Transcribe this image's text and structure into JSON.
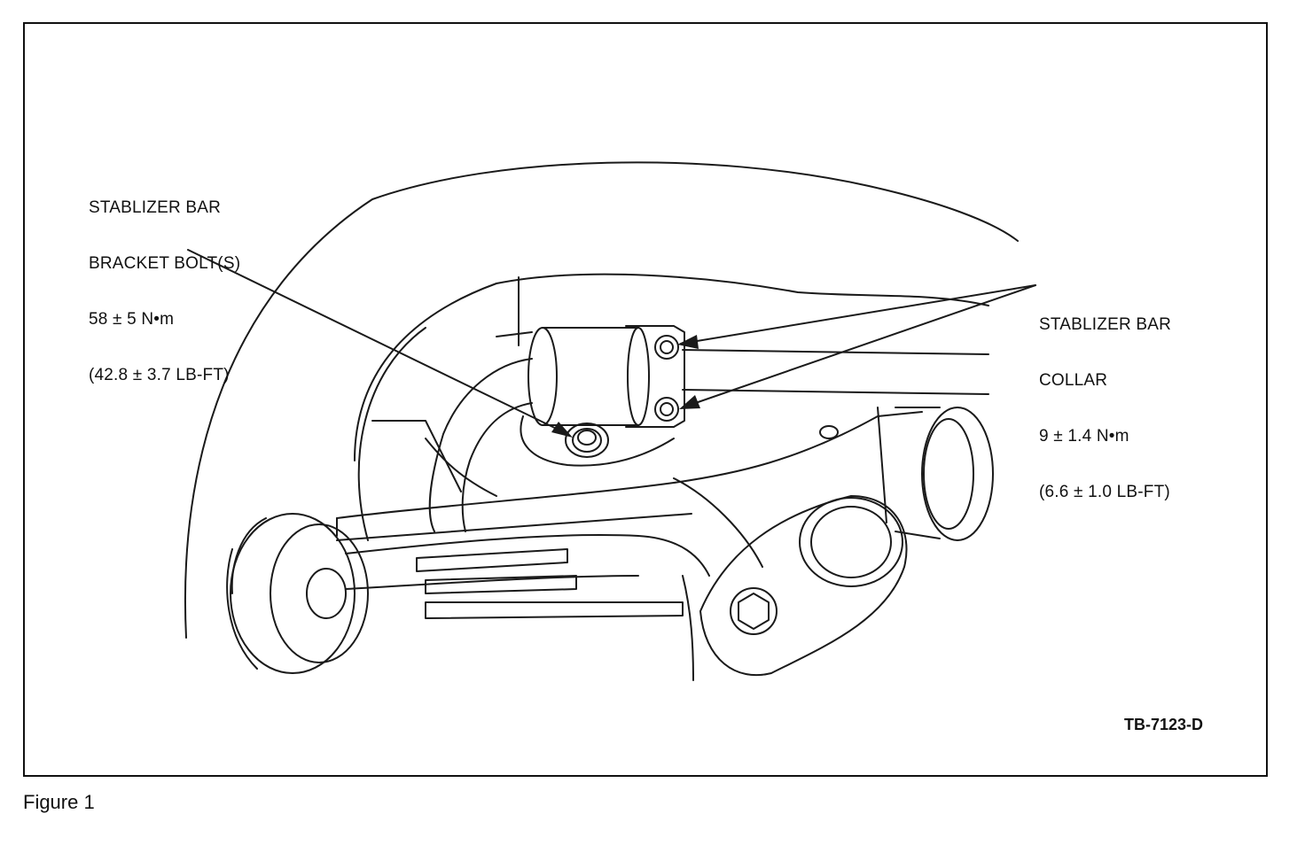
{
  "callouts": {
    "bracket_bolt": {
      "lines": [
        "STABLIZER BAR",
        "BRACKET BOLT(S)",
        "58 ± 5 N•m",
        "(42.8 ± 3.7 LB-FT)"
      ]
    },
    "collar": {
      "lines": [
        "STABLIZER BAR",
        "COLLAR",
        "9 ± 1.4 N•m",
        "(6.6 ± 1.0 LB-FT)"
      ]
    }
  },
  "figure_code": "TB-7123-D",
  "caption": "Figure 1"
}
